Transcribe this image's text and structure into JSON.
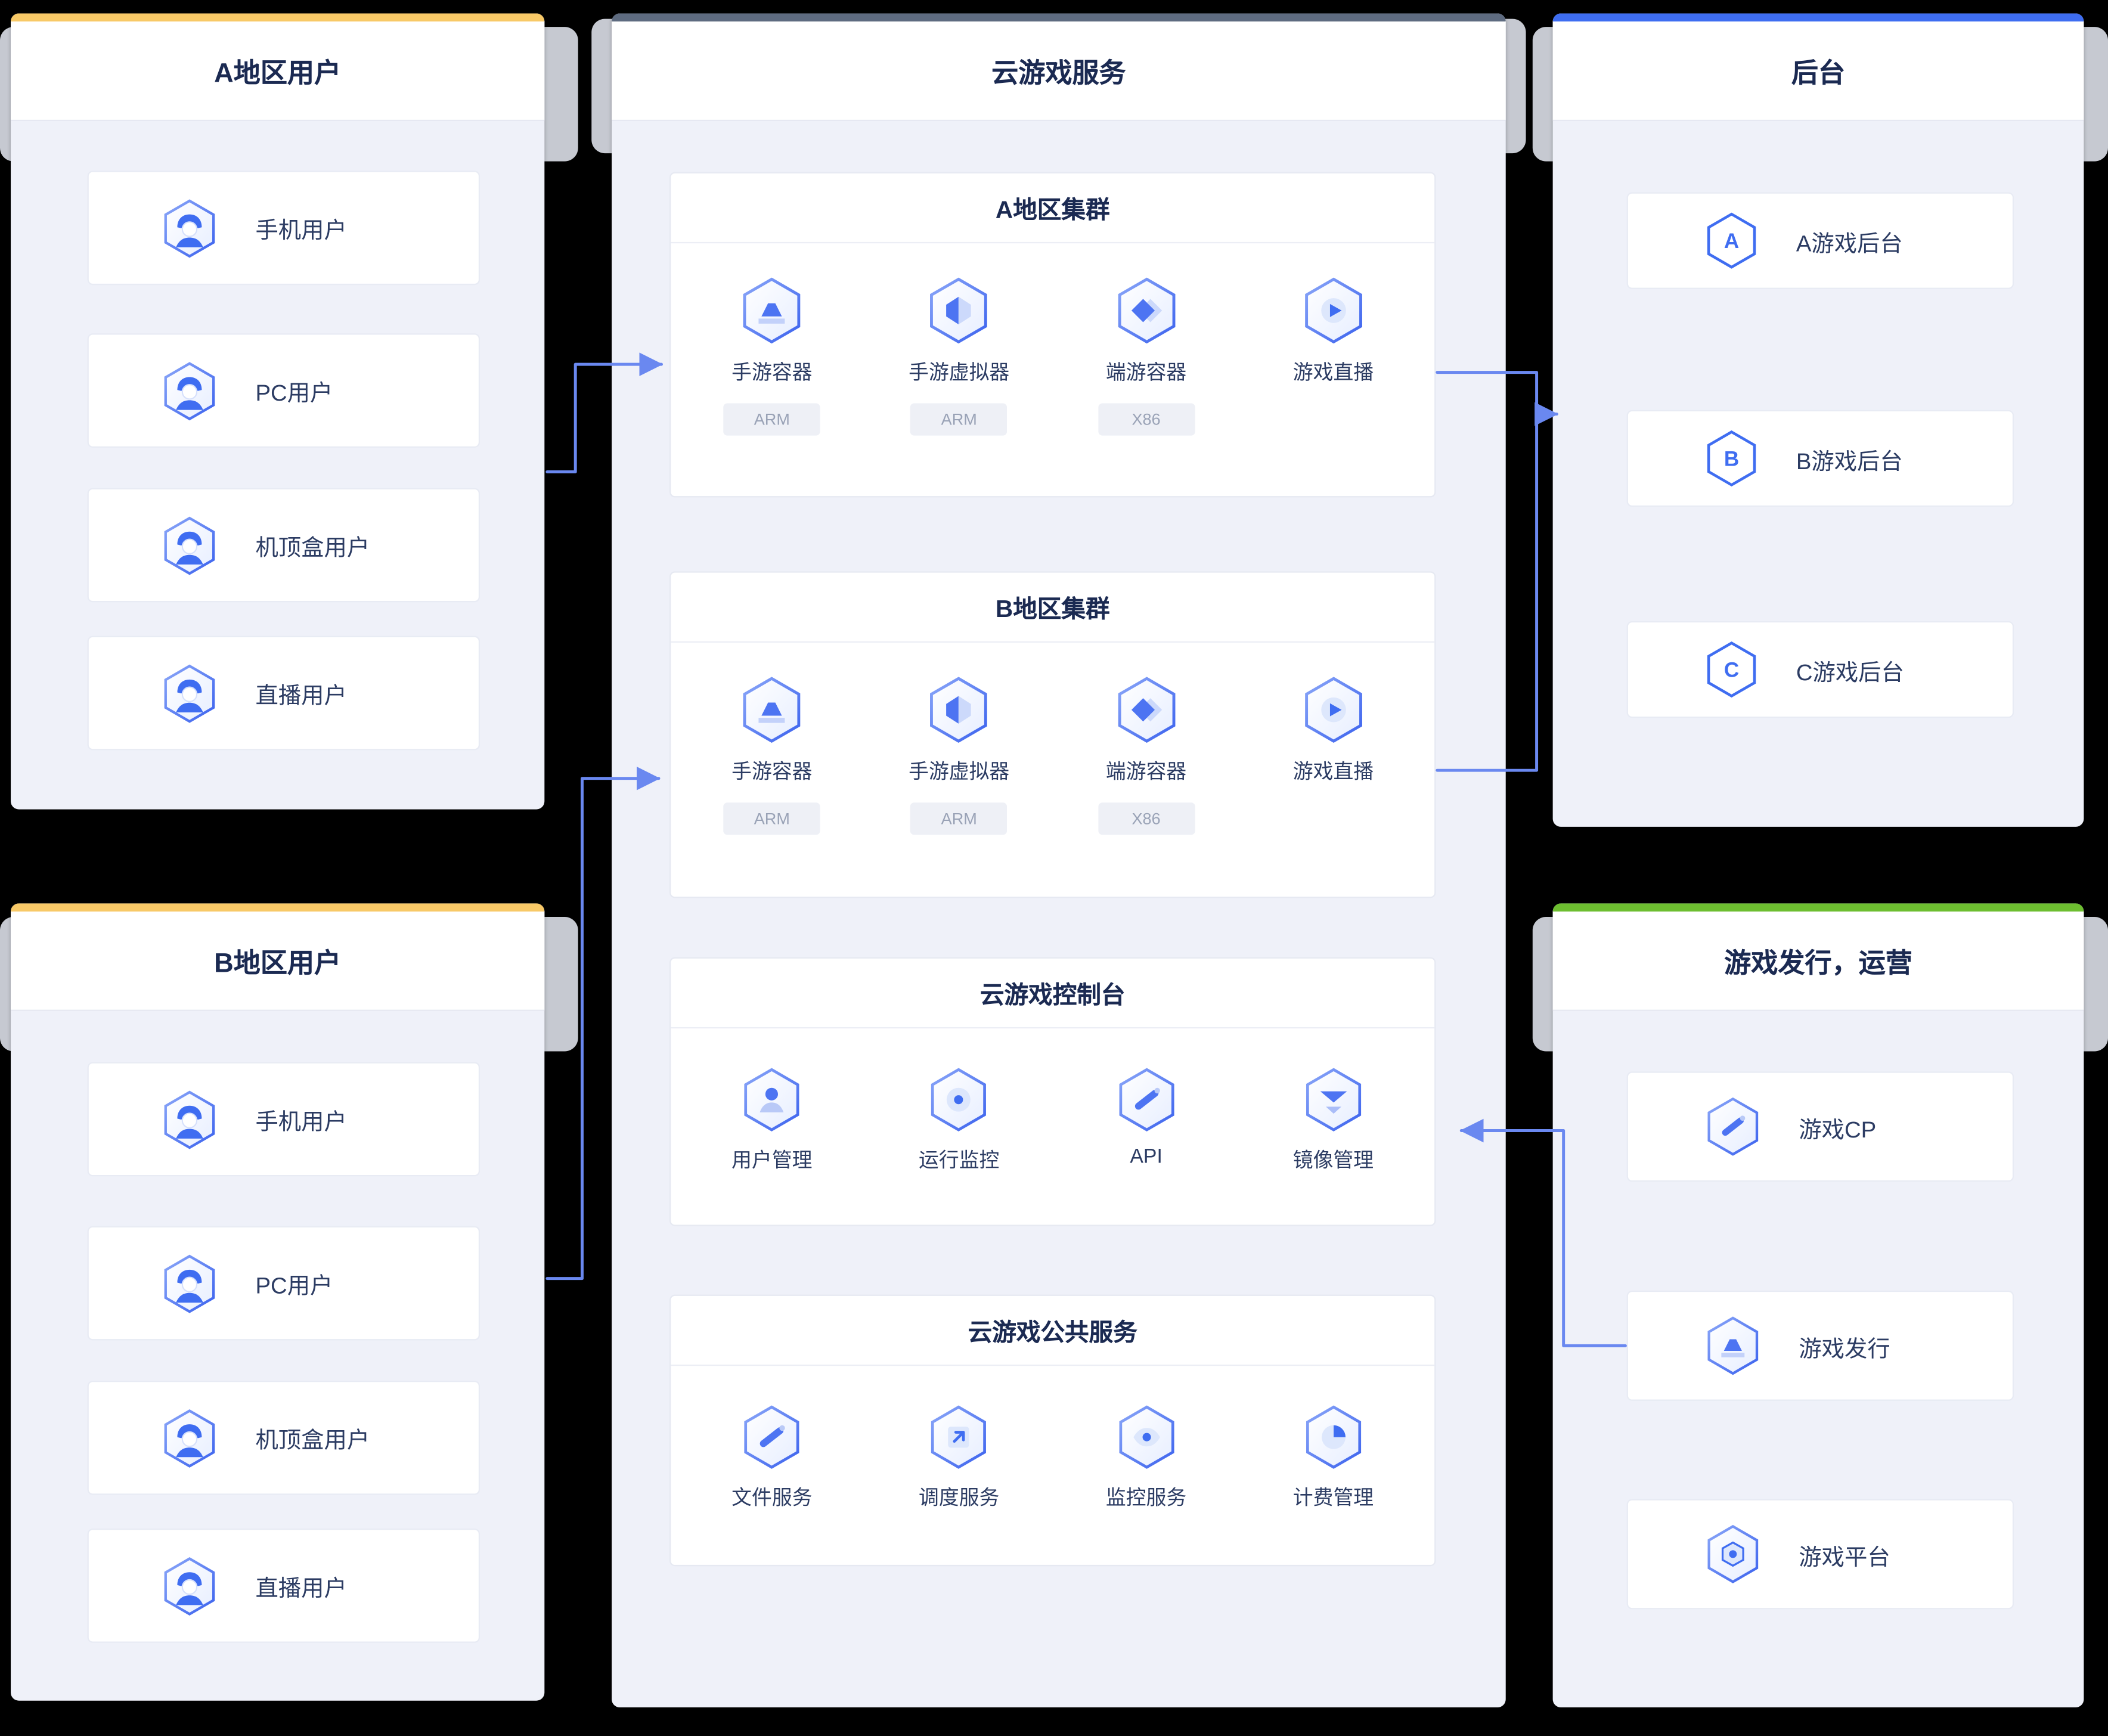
{
  "panels": {
    "region_a_users": {
      "title": "A地区用户",
      "items": [
        {
          "label": "手机用户"
        },
        {
          "label": "PC用户"
        },
        {
          "label": "机顶盒用户"
        },
        {
          "label": "直播用户"
        }
      ]
    },
    "region_b_users": {
      "title": "B地区用户",
      "items": [
        {
          "label": "手机用户"
        },
        {
          "label": "PC用户"
        },
        {
          "label": "机顶盒用户"
        },
        {
          "label": "直播用户"
        }
      ]
    },
    "cloud_service": {
      "title": "云游戏服务",
      "sections": [
        {
          "title": "A地区集群",
          "items": [
            {
              "label": "手游容器",
              "tag": "ARM"
            },
            {
              "label": "手游虚拟器",
              "tag": "ARM"
            },
            {
              "label": "端游容器",
              "tag": "X86"
            },
            {
              "label": "游戏直播",
              "tag": ""
            }
          ]
        },
        {
          "title": "B地区集群",
          "items": [
            {
              "label": "手游容器",
              "tag": "ARM"
            },
            {
              "label": "手游虚拟器",
              "tag": "ARM"
            },
            {
              "label": "端游容器",
              "tag": "X86"
            },
            {
              "label": "游戏直播",
              "tag": ""
            }
          ]
        },
        {
          "title": "云游戏控制台",
          "items": [
            {
              "label": "用户管理"
            },
            {
              "label": "运行监控"
            },
            {
              "label": "API"
            },
            {
              "label": "镜像管理"
            }
          ]
        },
        {
          "title": "云游戏公共服务",
          "items": [
            {
              "label": "文件服务"
            },
            {
              "label": "调度服务"
            },
            {
              "label": "监控服务"
            },
            {
              "label": "计费管理"
            }
          ]
        }
      ]
    },
    "backend": {
      "title": "后台",
      "items": [
        {
          "letter": "A",
          "label": "A游戏后台"
        },
        {
          "letter": "B",
          "label": "B游戏后台"
        },
        {
          "letter": "C",
          "label": "C游戏后台"
        }
      ]
    },
    "publishing": {
      "title": "游戏发行，运营",
      "items": [
        {
          "label": "游戏CP"
        },
        {
          "label": "游戏发行"
        },
        {
          "label": "游戏平台"
        }
      ]
    }
  },
  "colors": {
    "users_accent": "#F8C967",
    "service_accent": "#5E6B80",
    "backend_accent": "#3E6DF1",
    "publishing_accent": "#6DBE30",
    "arrow": "#6A88F0",
    "panel_bg": "#EFF1F9"
  }
}
